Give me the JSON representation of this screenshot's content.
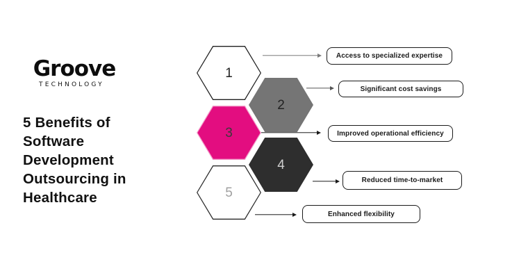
{
  "brand": {
    "name": "Groove",
    "subtitle": "TECHNOLOGY"
  },
  "title": "5 Benefits of Software Development Outsourcing in Healthcare",
  "title_lines": [
    "5 Benefits of",
    "Software",
    "Development",
    "Outsourcing in",
    "Healthcare"
  ],
  "colors": {
    "background": "#FFFFFF",
    "accent_pink": "#E30D80",
    "gray": "#757575",
    "dark": "#2E2E2E",
    "text": "#111111"
  },
  "benefits": [
    {
      "number": "1",
      "label": "Access to specialized expertise",
      "fill": "#FFFFFF",
      "border": "#1F1F1F",
      "number_color": "#222222",
      "arrow_color": "#7A7A7A"
    },
    {
      "number": "2",
      "label": "Significant cost savings",
      "fill": "#757575",
      "border": "#757575",
      "number_color": "#222222",
      "arrow_color": "#555555"
    },
    {
      "number": "3",
      "label": "Improved operational efficiency",
      "fill": "#E30D80",
      "border": "#F29BC8",
      "number_color": "#3A3A3A",
      "arrow_color": "#1A1A1A"
    },
    {
      "number": "4",
      "label": "Reduced time-to-market",
      "fill": "#2E2E2E",
      "border": "#2E2E2E",
      "number_color": "#CFCFCF",
      "arrow_color": "#1A1A1A"
    },
    {
      "number": "5",
      "label": "Enhanced flexibility",
      "fill": "#FFFFFF",
      "border": "#2A2A2A",
      "number_color": "#A0A0A0",
      "arrow_color": "#1A1A1A"
    }
  ]
}
